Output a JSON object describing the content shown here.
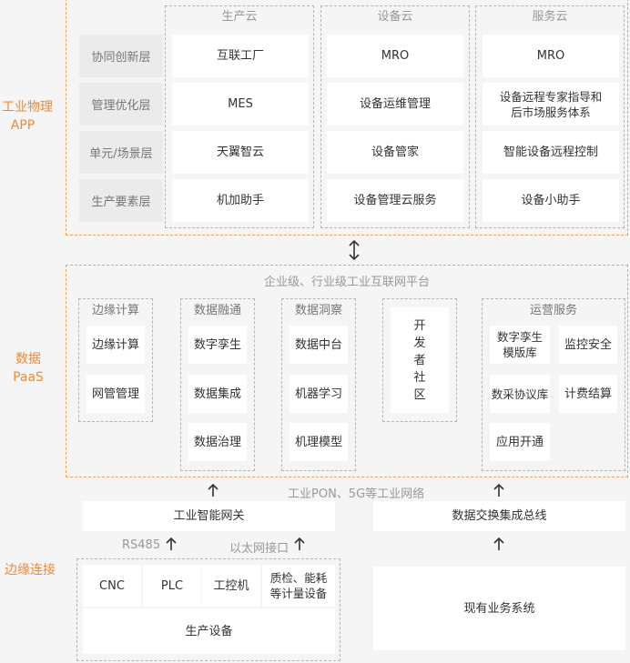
{
  "sections": {
    "app": "工业物理APP",
    "app_lines": [
      "工业物理",
      "APP"
    ],
    "paas_lines": [
      "数据",
      "PaaS"
    ],
    "edge": "边缘连接"
  },
  "app_layer": {
    "columns": [
      "生产云",
      "设备云",
      "服务云"
    ],
    "rows": [
      {
        "label": "协同创新层",
        "cells": [
          "互联工厂",
          "MRO",
          "MRO"
        ]
      },
      {
        "label": "管理优化层",
        "cells": [
          "MES",
          "设备运维管理",
          "设备远程专家指导和\n后市场服务体系"
        ]
      },
      {
        "label": "单元/场景层",
        "cells": [
          "天翼智云",
          "设备管家",
          "智能设备远程控制"
        ]
      },
      {
        "label": "生产要素层",
        "cells": [
          "机加助手",
          "设备管理云服务",
          "设备小助手"
        ]
      }
    ]
  },
  "paas": {
    "title": "企业级、行业级工业互联网平台",
    "groups": {
      "edge_compute": {
        "title": "边缘计算",
        "items": [
          "边缘计算",
          "网管管理"
        ]
      },
      "data_fusion": {
        "title": "数据融通",
        "items": [
          "数字孪生",
          "数据集成",
          "数据治理"
        ]
      },
      "data_insight": {
        "title": "数据洞察",
        "items": [
          "数据中台",
          "机器学习",
          "机理模型"
        ]
      },
      "dev_community": {
        "chars": [
          "开",
          "发",
          "者",
          "社",
          "区"
        ]
      },
      "ops": {
        "title": "运营服务",
        "items": [
          "数字孪生\n模版库",
          "监控安全",
          "数采协议库",
          "计费结算",
          "应用开通"
        ]
      }
    }
  },
  "network_note": "工业PON、5G等工业网络",
  "gateway": "工业智能网关",
  "bus": "数据交换集成总线",
  "rs485": "RS485",
  "ethernet": "以太网接口",
  "devices": {
    "items": [
      "CNC",
      "PLC",
      "工控机",
      "质检、能耗\n等计量设备"
    ],
    "production": "生产设备"
  },
  "existing_system": "现有业务系统",
  "colors": {
    "accent": "#f2a05a",
    "label": "#e98a3c",
    "muted": "#999999"
  }
}
